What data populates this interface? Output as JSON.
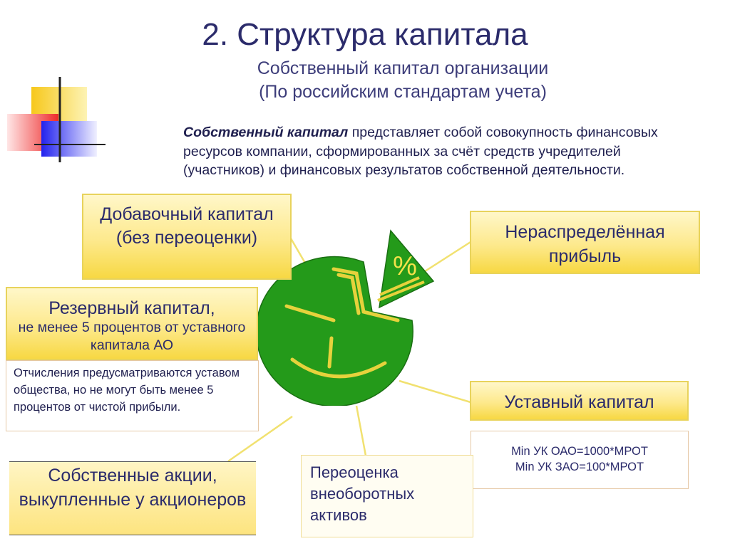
{
  "title": "2. Структура капитала",
  "subtitle": [
    "Собственный капитал организации",
    "(По российским стандартам учета)"
  ],
  "definition": {
    "term": "Собственный капитал",
    "text": " представляет собой совокупность финансовых ресурсов компании, сформированных за счёт средств учредителей (участников) и финансовых результатов собственной деятельности."
  },
  "boxes": {
    "additional": "Добавочный капитал (без переоценки)",
    "retained": "Нераспределённая прибыль",
    "reserve_title": "Резервный капитал,",
    "reserve_sub": "не менее 5 процентов от уставного капитала АО",
    "reserve_note": "Отчисления предусматриваются уставом общества, но не могут быть менее 5 процентов от чистой прибыли.",
    "charter": "Уставный капитал",
    "charter_note_1": "Min УК ОАО=1000*МРОТ",
    "charter_note_2": "Min УК ЗАО=100*МРОТ",
    "revaluation": "Переоценка внеоборотных активов",
    "shares": "Собственные акции, выкупленные у акционеров"
  },
  "pie": {
    "symbol": "%"
  },
  "colors": {
    "title": "#2b2b6b",
    "pie_green": "#249a1a",
    "pie_lines": "#e6d23c",
    "box_yellow": "#fde98c",
    "deco_yellow": "#f7c81b",
    "deco_blue": "#2222ee",
    "deco_red": "#ee2222"
  }
}
